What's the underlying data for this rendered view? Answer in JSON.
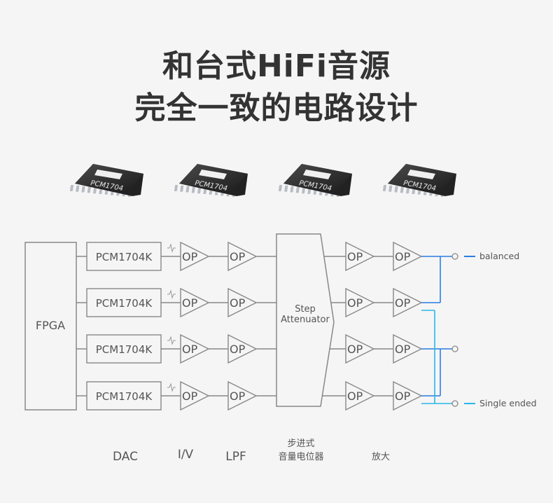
{
  "header": {
    "title_line1": "和台式HiFi音源",
    "title_line2": "完全一致的电路设计"
  },
  "chips": {
    "count": 4,
    "marking": "PCM1704"
  },
  "diagram": {
    "fpga_label": "FPGA",
    "dac_labels": [
      "PCM1704K",
      "PCM1704K",
      "PCM1704K",
      "PCM1704K"
    ],
    "op_label": "OP",
    "attenuator_label_line1": "Step",
    "attenuator_label_line2": "Attenuator",
    "outputs": {
      "balanced": "balanced",
      "single_ended": "Single ended"
    },
    "colors": {
      "line": "#888888",
      "balanced": "#2a7de1",
      "single_ended": "#29b6e8"
    }
  },
  "stage_labels": {
    "dac": "DAC",
    "iv": "I/V",
    "lpf": "LPF",
    "attenuator_line1": "步进式",
    "attenuator_line2": "音量电位器",
    "amp": "放大"
  }
}
